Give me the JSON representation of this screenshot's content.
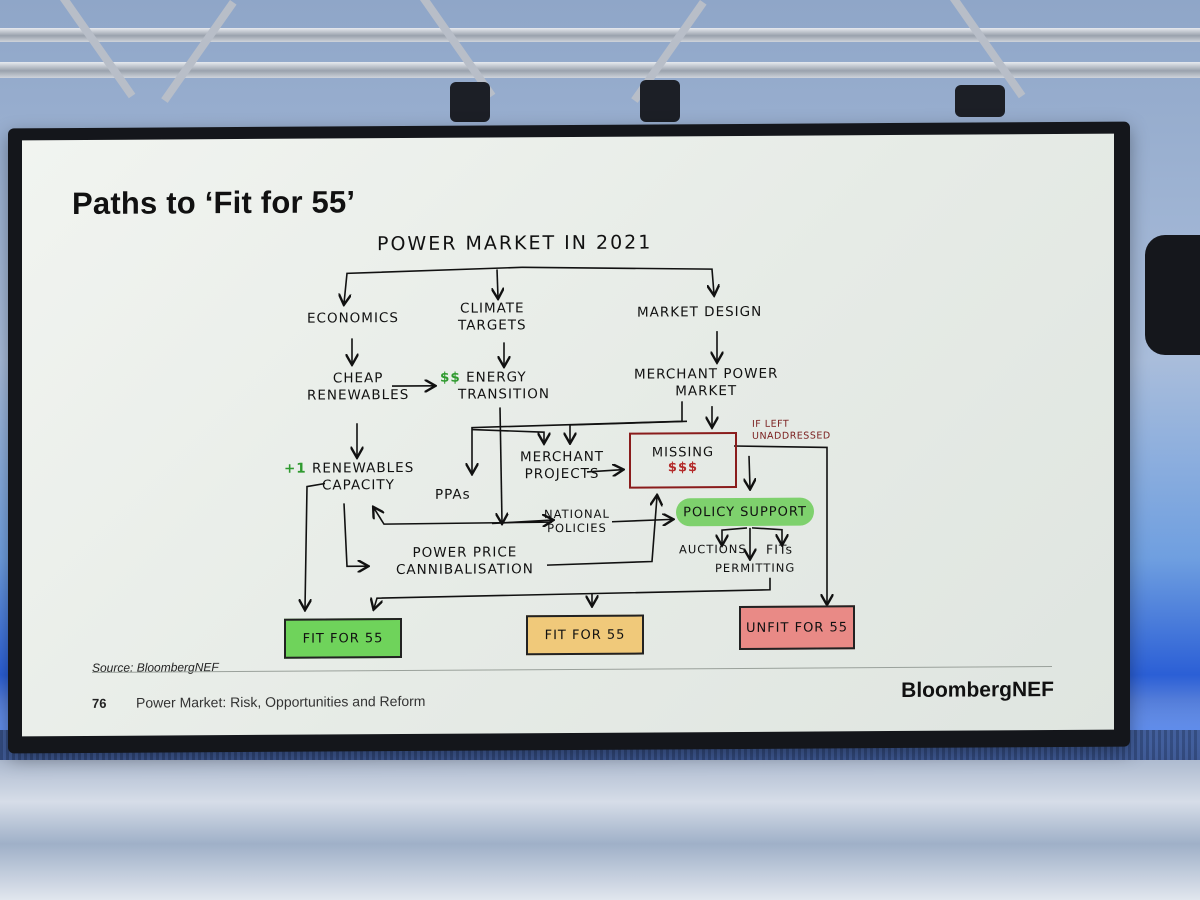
{
  "slide": {
    "title": "Paths to ‘Fit for 55’",
    "source": "Source: BloombergNEF",
    "page_number": "76",
    "footer_text": "Power Market: Risk, Opportunities and Reform",
    "brand": "BloombergNEF"
  },
  "diagram": {
    "root": "POWER MARKET IN 2021",
    "economics": "ECONOMICS",
    "climate_targets_1": "CLIMATE",
    "climate_targets_2": "TARGETS",
    "market_design": "MARKET DESIGN",
    "cheap_renewables_1": "CHEAP",
    "cheap_renewables_2": "RENEWABLES",
    "energy_transition_mark": "$$",
    "energy_transition_1": "ENERGY",
    "energy_transition_2": "TRANSITION",
    "merchant_power_1": "MERCHANT POWER",
    "merchant_power_2": "MARKET",
    "merchant_projects_1": "MERCHANT",
    "merchant_projects_2": "PROJECTS",
    "missing_label": "MISSING",
    "missing_money": "$$$",
    "if_left_1": "IF LEFT",
    "if_left_2": "UNADDRESSED",
    "renewables_mark": "+1",
    "renewables_capacity_1": "RENEWABLES",
    "renewables_capacity_2": "CAPACITY",
    "ppas": "PPAs",
    "national_policies_1": "NATIONAL",
    "national_policies_2": "POLICIES",
    "policy_support": "POLICY SUPPORT",
    "auctions": "AUCTIONS",
    "fits": "FITs",
    "permitting": "PERMITTING",
    "power_price_1": "POWER PRICE",
    "power_price_2": "CANNIBALISATION",
    "outcomes": [
      {
        "label": "FIT FOR 55",
        "color": "#6fd35b"
      },
      {
        "label": "FIT FOR 55",
        "color": "#f0c97a"
      },
      {
        "label": "UNFIT FOR 55",
        "color": "#e98a86"
      }
    ],
    "colors": {
      "green_highlight": "#7ed16d",
      "missing_border": "#8a1c1c"
    }
  }
}
